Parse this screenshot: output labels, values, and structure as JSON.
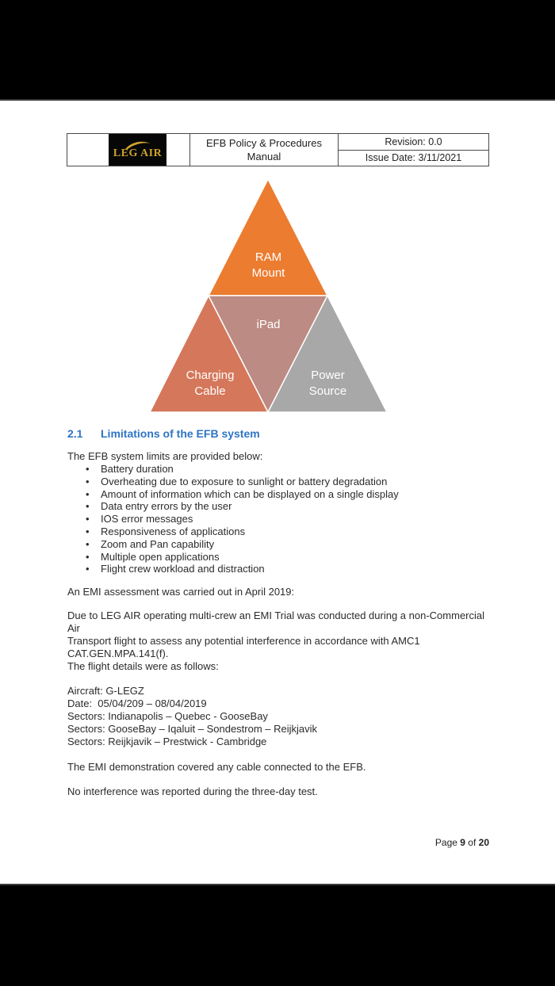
{
  "letterbox_color": "#000000",
  "page_bg": "#ffffff",
  "header_table": {
    "logo": {
      "text": "LEG AIR",
      "icon": "swoosh-icon",
      "bg_color": "#070707",
      "gold_color": "#cda32e"
    },
    "manual_title_line1": "EFB Policy & Procedures",
    "manual_title_line2": "Manual",
    "revision": "Revision: 0.0",
    "issue_date": "Issue Date: 3/11/2021"
  },
  "diagram": {
    "type": "pyramid",
    "segments": [
      {
        "position": "top",
        "label_line1": "RAM",
        "label_line2": "Mount",
        "color": "#EC7C30"
      },
      {
        "position": "center",
        "label_line1": "iPad",
        "label_line2": "",
        "color": "#BC8B83"
      },
      {
        "position": "bottom-left",
        "label_line1": "Charging",
        "label_line2": "Cable",
        "color": "#D5775A"
      },
      {
        "position": "bottom-right",
        "label_line1": "Power",
        "label_line2": "Source",
        "color": "#A8A8A8"
      }
    ]
  },
  "section": {
    "number": "2.1",
    "title": "Limitations of the EFB system",
    "color": "#2e74c4"
  },
  "body": {
    "intro": "The EFB system limits are provided below:",
    "bullets": [
      "Battery duration",
      "Overheating due to exposure to sunlight or battery degradation",
      "Amount of information which can be displayed on a single display",
      "Data entry errors by the user",
      "IOS error messages",
      "Responsiveness of applications",
      "Zoom and Pan capability",
      "Multiple open applications",
      "Flight crew workload and distraction"
    ],
    "emi_assessment": "An EMI assessment was carried out in April 2019:",
    "emi_trial_lines": [
      "Due to LEG AIR operating multi-crew an EMI Trial was conducted during a non-Commercial Air",
      "Transport flight to assess any potential interference in accordance with AMC1",
      "CAT.GEN.MPA.141(f)."
    ],
    "flight_intro": "The flight details were as follows:",
    "flight_details": [
      "Aircraft: G-LEGZ",
      "Date:  05/04/209 – 08/04/2019",
      "Sectors: Indianapolis – Quebec - GooseBay",
      "Sectors: GooseBay – Iqaluit – Sondestrom – Reijkjavik",
      "Sectors: Reijkjavik – Prestwick - Cambridge"
    ],
    "emi_demo": "The EMI demonstration covered any cable connected to the EFB.",
    "no_interference": "No interference was reported during the three-day test."
  },
  "footer": {
    "prefix": "Page ",
    "page_number": "9",
    "separator": " of ",
    "total_pages": "20"
  }
}
